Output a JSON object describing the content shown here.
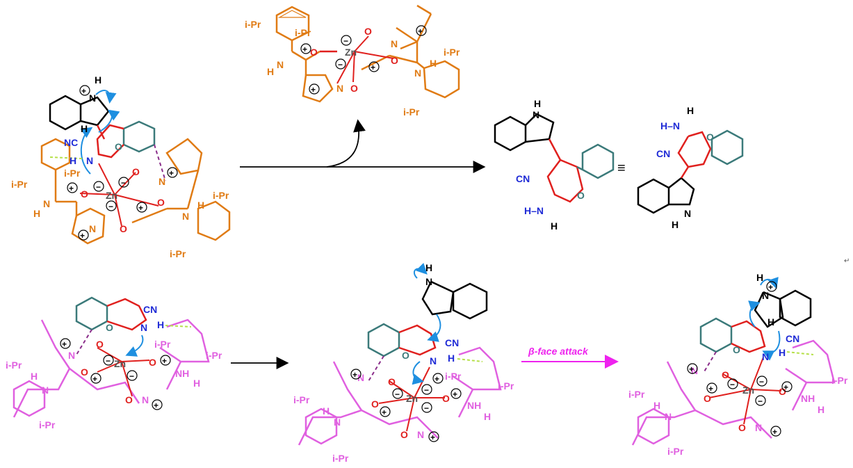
{
  "labels": {
    "i_pr": "i-Pr",
    "zn": "Zn",
    "o": "O",
    "n": "N",
    "h": "H",
    "nh": "NH",
    "cn": "CN",
    "nc": "NC",
    "h_n": "H–N",
    "equiv": "≡",
    "beta_face_attack": "β-face attack",
    "plus": "+",
    "minus": "−",
    "corner_mark": "↵"
  },
  "colors": {
    "catalyst_orange": "#e07b14",
    "catalyst_pink": "#e060e0",
    "arrow_blue": "#1e8fe0",
    "bond_red": "#e0201e",
    "text_blue": "#1f2bd6",
    "ring_teal": "#3b7a7a",
    "arrow_magenta": "#ee22ee",
    "hbond_green": "#b6e04a",
    "dash_purple": "#8a2d8a"
  }
}
